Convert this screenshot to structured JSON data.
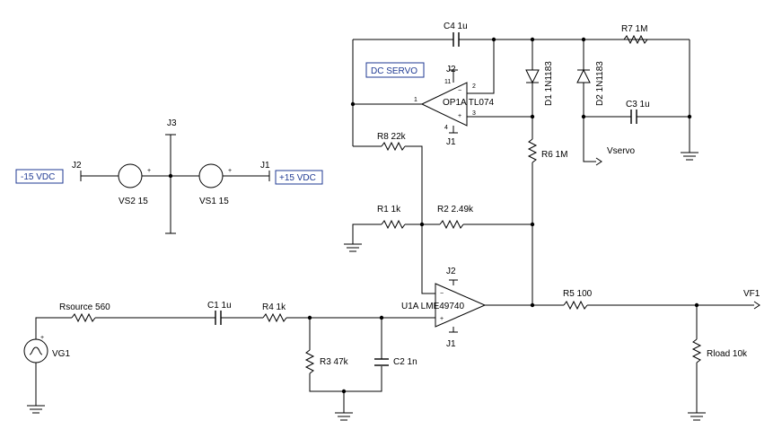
{
  "components": {
    "c4": "C4 1u",
    "r7": "R7 1M",
    "d1": "D1 1N1183",
    "d2": "D2 1N1183",
    "c3": "C3 1u",
    "r6": "R6 1M",
    "r8": "R8 22k",
    "r1": "R1 1k",
    "r2": "R2 2.49k",
    "r5": "R5 100",
    "rload": "Rload 10k",
    "rsource": "Rsource 560",
    "c1": "C1 1u",
    "r4": "R4 1k",
    "r3": "R3 47k",
    "c2": "C2 1n",
    "vg1": "VG1",
    "vs1": "VS1 15",
    "vs2": "VS2 15",
    "op1a": "OP1A TL074",
    "u1a": "U1A LME49740"
  },
  "nets": {
    "vservo": "Vservo",
    "vf1": "VF1",
    "j1": "J1",
    "j2": "J2",
    "j3": "J3"
  },
  "notes": {
    "dc_servo": "DC SERVO",
    "minus15": "-15 VDC",
    "plus15": "+15 VDC"
  },
  "pins": {
    "p1": "1",
    "p2": "2",
    "p3": "3",
    "p11": "11",
    "p4": "4",
    "minus": "−",
    "plus": "+"
  }
}
